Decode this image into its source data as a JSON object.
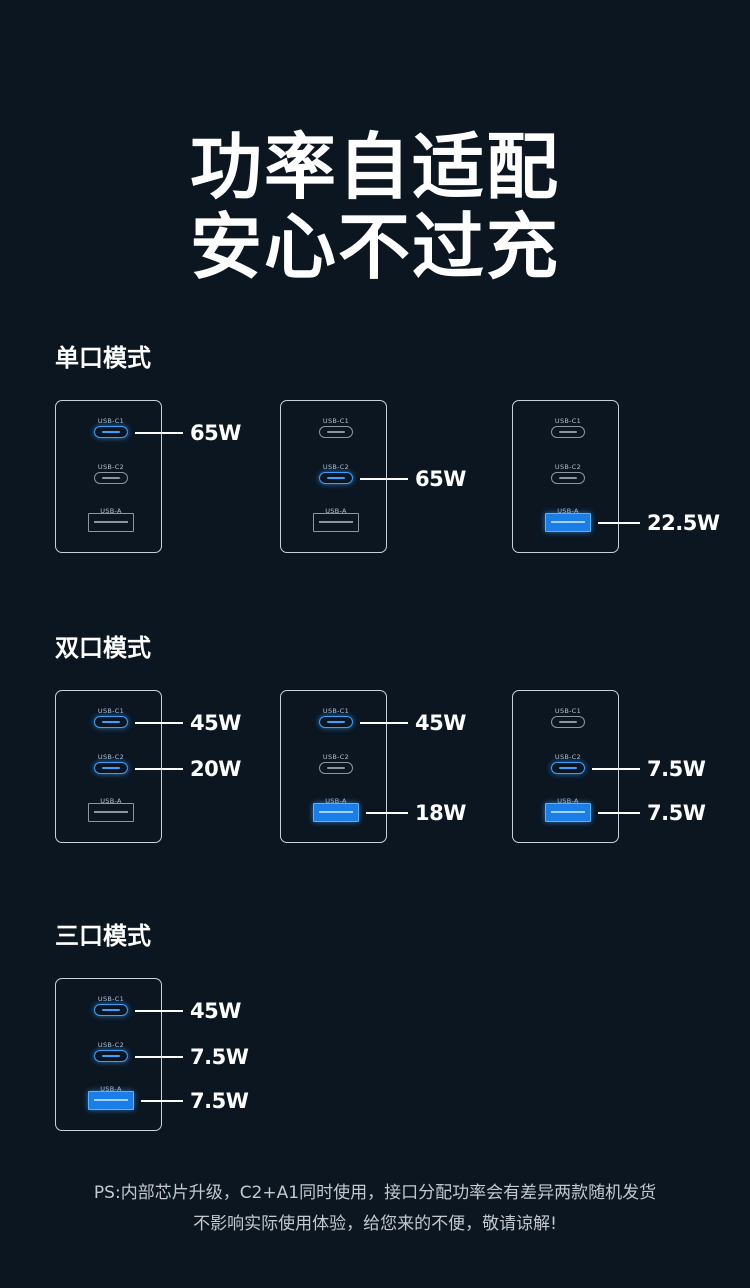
{
  "headline": {
    "line1": "功率自适配",
    "line2": "安心不过充"
  },
  "colors": {
    "background": "#0b1621",
    "active_port": "#3aa1ff",
    "inactive_port": "#8c95a0",
    "text": "#ffffff"
  },
  "port_labels": {
    "c1": "USB-C1",
    "c2": "USB-C2",
    "a": "USB-A"
  },
  "sections": [
    {
      "title": "单口模式",
      "configs": [
        {
          "c1": "65W",
          "c2": null,
          "a": null
        },
        {
          "c1": null,
          "c2": "65W",
          "a": null
        },
        {
          "c1": null,
          "c2": null,
          "a": "22.5W"
        }
      ]
    },
    {
      "title": "双口模式",
      "configs": [
        {
          "c1": "45W",
          "c2": "20W",
          "a": null
        },
        {
          "c1": "45W",
          "c2": null,
          "a": "18W"
        },
        {
          "c1": null,
          "c2": "7.5W",
          "a": "7.5W"
        }
      ]
    },
    {
      "title": "三口模式",
      "configs": [
        {
          "c1": "45W",
          "c2": "7.5W",
          "a": "7.5W"
        }
      ]
    }
  ],
  "note": {
    "line1": "PS:内部芯片升级，C2+A1同时使用，接口分配功率会有差异两款随机发货",
    "line2": "不影响实际使用体验，给您来的不便，敬请谅解!"
  }
}
